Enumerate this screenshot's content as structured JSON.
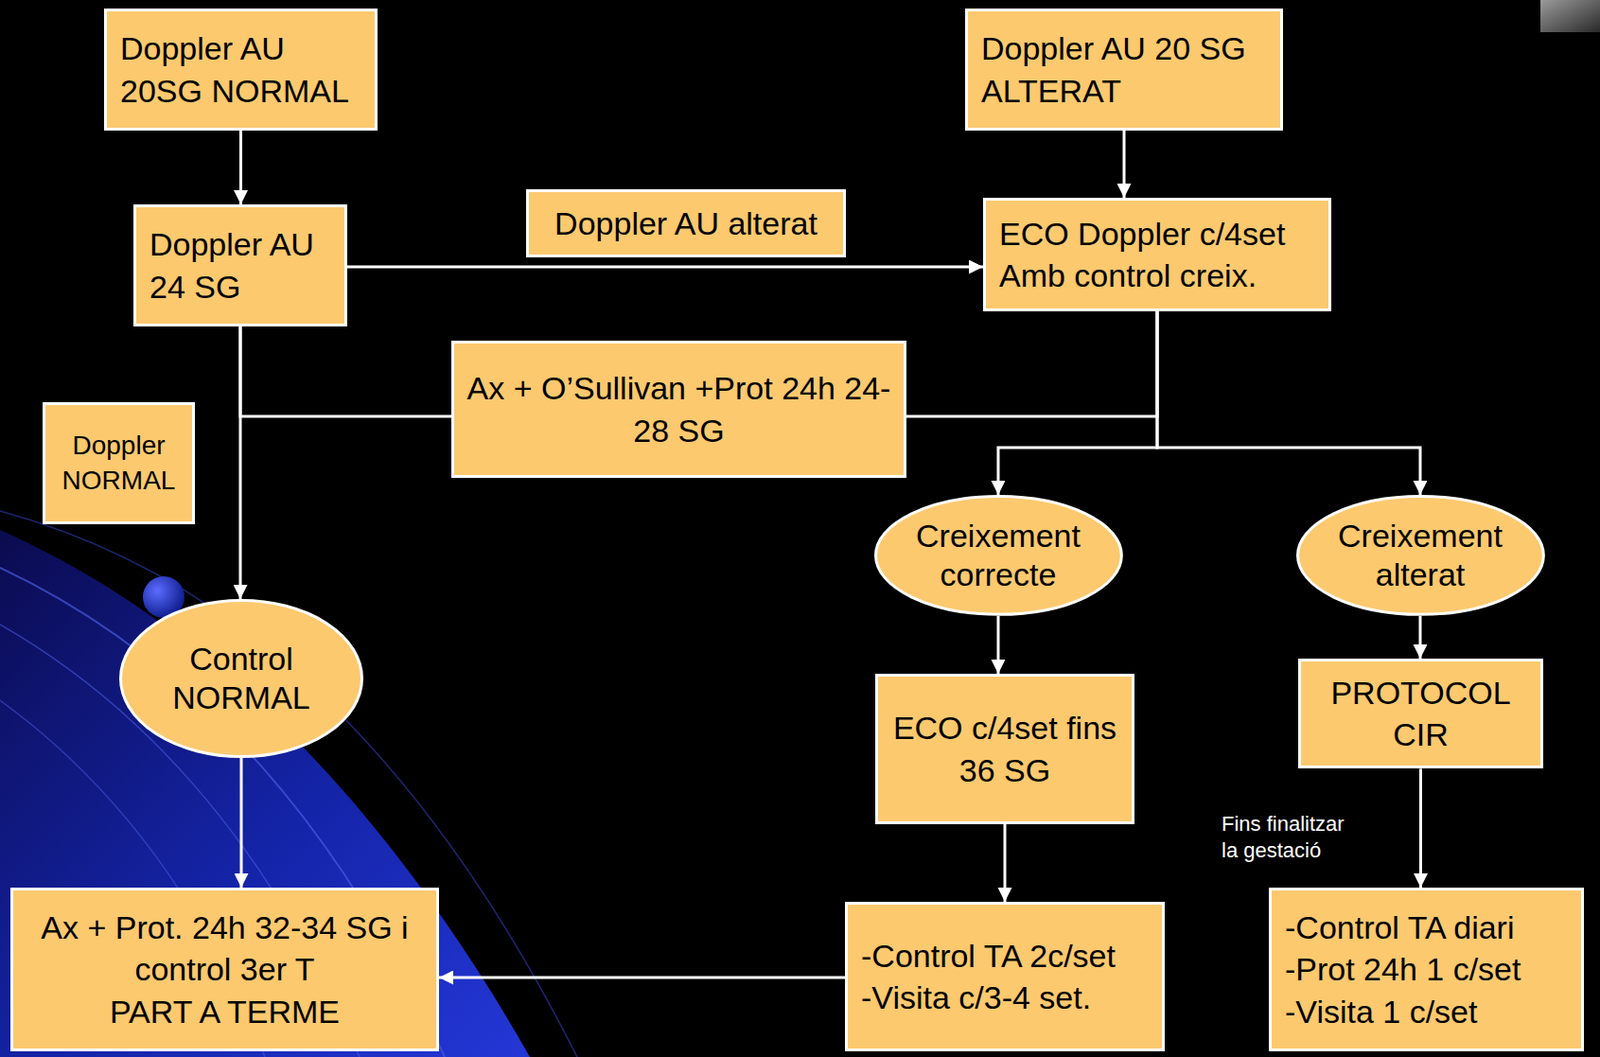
{
  "diagram": {
    "nodes": [
      {
        "text": [
          "Doppler AU 20SG NORMAL"
        ]
      },
      {
        "text": [
          "Doppler AU 20 SG ALTERAT"
        ]
      },
      {
        "text": [
          "Doppler AU alterat"
        ]
      },
      {
        "text": [
          "Doppler AU 24 SG"
        ]
      },
      {
        "text": [
          "ECO Doppler c/4set Amb control creix."
        ]
      },
      {
        "text": [
          "Ax + O’Sullivan +Prot 24h 24-28 SG"
        ]
      },
      {
        "text": [
          "Doppler NORMAL"
        ]
      },
      {
        "text": [
          "Creixement correcte"
        ]
      },
      {
        "text": [
          "Creixement alterat"
        ]
      },
      {
        "text": [
          "Control NORMAL"
        ]
      },
      {
        "text": [
          "ECO c/4set fins 36 SG"
        ]
      },
      {
        "text": [
          "PROTOCOL CIR"
        ]
      },
      {
        "text": [
          "Ax + Prot. 24h 32-34 SG i control 3er T",
          "PART A TERME"
        ]
      },
      {
        "text": [
          "-Control TA 2c/set",
          "-Visita c/3-4 set."
        ]
      },
      {
        "text": [
          "-Control TA diari",
          "-Prot 24h 1 c/set",
          "-Visita 1 c/set"
        ]
      }
    ],
    "edges": [
      {
        "from": 0,
        "to": 3,
        "arrow": "to"
      },
      {
        "from": 1,
        "to": 4,
        "arrow": "to"
      },
      {
        "from": 3,
        "to": 4,
        "arrow": "to"
      },
      {
        "from": 3,
        "to": 5,
        "arrow": "none"
      },
      {
        "from": 4,
        "to": 5,
        "arrow": "none"
      },
      {
        "from": 3,
        "to": 9,
        "arrow": "to"
      },
      {
        "from": 4,
        "to": 7,
        "arrow": "to"
      },
      {
        "from": 4,
        "to": 8,
        "arrow": "to"
      },
      {
        "from": 7,
        "to": 10,
        "arrow": "to"
      },
      {
        "from": 8,
        "to": 11,
        "arrow": "to"
      },
      {
        "from": 10,
        "to": 13,
        "arrow": "to"
      },
      {
        "from": 11,
        "to": 14,
        "label": "Fins finalitzar la gestació",
        "arrow": "to"
      },
      {
        "from": 9,
        "to": 12,
        "arrow": "to"
      },
      {
        "from": 13,
        "to": 12,
        "arrow": "to"
      }
    ]
  }
}
